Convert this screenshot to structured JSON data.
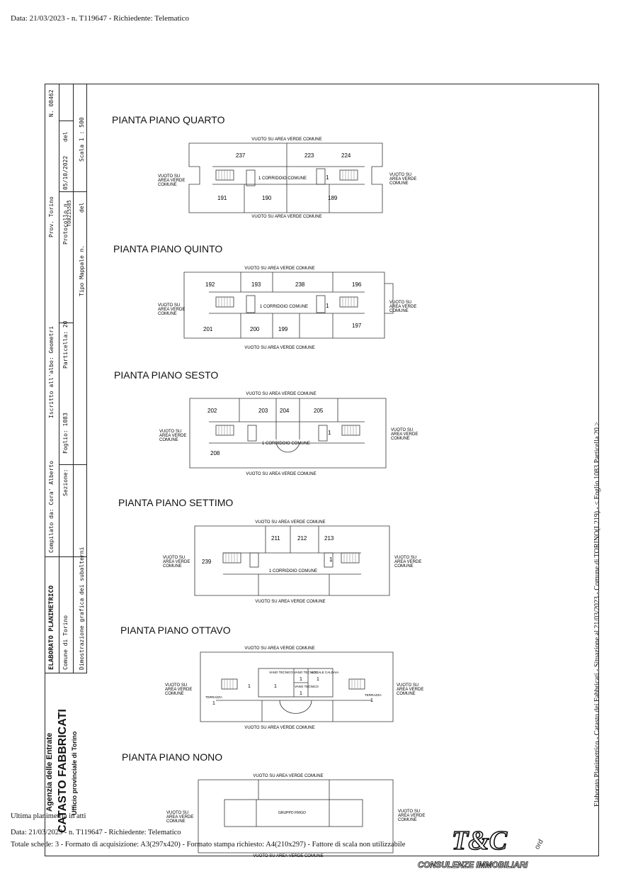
{
  "header": {
    "text": "Data: 21/03/2023 - n. T119647 - Richiedente: Telematico"
  },
  "cartiglio": {
    "title": "ELABORATO PLANIMETRICO",
    "comune": "Comune di Torino",
    "dimostrazione": "Dimostrazione grafica dei subalterni",
    "compilato": "Compilato da: Cora' Alberto",
    "iscritto": "Iscritto all'albo: Geometri",
    "prov": "Prov. Torino",
    "numero": "N. 08462",
    "sezione": "Sezione:",
    "foglio": "Foglio: 1083",
    "particella": "Particella: 20",
    "protocollo": "Protocollo n.",
    "protocollo_num": "TO0215585",
    "del": "del",
    "data": "05/10/2022",
    "tipo_mappale": "Tipo Mappale n.",
    "del2": "del",
    "scala": "Scala 1 : 500"
  },
  "agency": {
    "line1": "Agenzia delle Entrate",
    "line2": "CATASTO FABBRICATI",
    "line3": "Ufficio provinciale di  Torino"
  },
  "right_text": "Elaborato Planimetrico - Catasto dei Fabbricati - Situazione al 21/03/2023 - Comune di TORINO(L219) - < Foglio 1083 Particella 20 >",
  "plans": [
    {
      "title": "PIANTA PIANO QUARTO",
      "top": "VUOTO SU AREA VERDE COMUNE",
      "bottom": "VUOTO SU AREA VERDE COMUNE",
      "left": [
        "VUOTO SU",
        "AREA VERDE",
        "COMUNE"
      ],
      "right": [
        "VUOTO SU",
        "AREA VERDE",
        "COMUNE"
      ],
      "corridor": "1 CORRIDOIO COMUNE",
      "units": [
        "237",
        "223",
        "224",
        "191",
        "190",
        "189",
        "1"
      ]
    },
    {
      "title": "PIANTA PIANO QUINTO",
      "top": "VUOTO SU AREA VERDE COMUNE",
      "bottom": "VUOTO SU AREA VERDE COMUNE",
      "left": [
        "VUOTO SU",
        "AREA VERDE",
        "COMUNE"
      ],
      "right": [
        "VUOTO SU",
        "AREA VERDE",
        "COMUNE"
      ],
      "corridor": "1 CORRIDOIO COMUNE",
      "units": [
        "192",
        "193",
        "238",
        "196",
        "201",
        "200",
        "199",
        "197",
        "1"
      ]
    },
    {
      "title": "PIANTA PIANO SESTO",
      "top": "VUOTO SU AREA VERDE COMUNE",
      "bottom": "VUOTO SU AREA VERDE COMUNE",
      "left": [
        "VUOTO SU",
        "AREA VERDE",
        "COMUNE"
      ],
      "right": [
        "VUOTO SU",
        "AREA VERDE",
        "COMUNE"
      ],
      "corridor": "1 CORRIDOIO COMUNE",
      "units": [
        "202",
        "203",
        "204",
        "205",
        "208",
        "1"
      ]
    },
    {
      "title": "PIANTA PIANO SETTIMO",
      "top": "VUOTO SU AREA VERDE COMUNE",
      "bottom": "VUOTO SU AREA VERDE COMUNE",
      "left": [
        "VUOTO SU",
        "AREA VERDE",
        "COMUNE"
      ],
      "right": [
        "VUOTO SU",
        "AREA VERDE",
        "COMUNE"
      ],
      "corridor": "1 CORRIDOIO COMUNE",
      "units": [
        "211",
        "212",
        "213",
        "239",
        "1"
      ]
    },
    {
      "title": "PIANTA PIANO OTTAVO",
      "top": "VUOTO SU AREA VERDE COMUNE",
      "bottom": "VUOTO SU AREA VERDE COMUNE",
      "left": [
        "VUOTO SU",
        "AREA VERDE",
        "COMUNE"
      ],
      "right": [
        "VUOTO SU",
        "AREA VERDE",
        "COMUNE"
      ],
      "rooms": [
        "VANO TECNICO",
        "VANO TECNICO",
        "LOCALE CALDAIA",
        "VANO TECNICO",
        "TERRAZZA",
        "TERRAZZA"
      ],
      "units": [
        "1",
        "1",
        "1",
        "1",
        "1",
        "1",
        "1"
      ]
    },
    {
      "title": "PIANTA PIANO NONO",
      "top": "VUOTO SU AREA VERDE COMUNE",
      "bottom": "VUOTO SU AREA VERDE COMUNE",
      "left": [
        "VUOTO SU",
        "AREA VERDE",
        "COMUNE"
      ],
      "right": [
        "VUOTO SU",
        "AREA VERDE",
        "COMUNE"
      ],
      "rooms": [
        "GRUPPO FRIGO"
      ]
    }
  ],
  "footer": {
    "line1": "Ultima planimetria in atti",
    "line2": "Data: 21/03/2023 - n. T119647 - Richiedente: Telematico",
    "line3": "Totale schede: 3 - Formato di acquisizione: A3(297x420)  - Formato stampa richiesto: A4(210x297) - Fattore di scala non utilizzabile"
  },
  "logo": {
    "mark": "T&C",
    "subtitle": "CONSULENZE IMMOBILIARI",
    "extra": "ord"
  }
}
